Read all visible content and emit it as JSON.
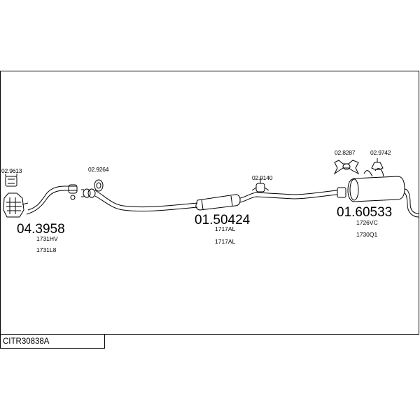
{
  "title": "CITR30838A",
  "parts": {
    "clamp_left": "02.9613",
    "catalyst": "04.3958",
    "catalyst_refs": [
      "1731HV",
      "1731L8"
    ],
    "gasket": "02.9264",
    "middle_silencer": "01.50424",
    "middle_refs": [
      "1717AL",
      "1717AL"
    ],
    "hanger_middle": "02.9140",
    "hanger_rear_1": "02.8287",
    "hanger_rear_2": "02.9742",
    "rear_silencer": "01.60533",
    "rear_refs": [
      "1726VC",
      "1730Q1"
    ]
  }
}
